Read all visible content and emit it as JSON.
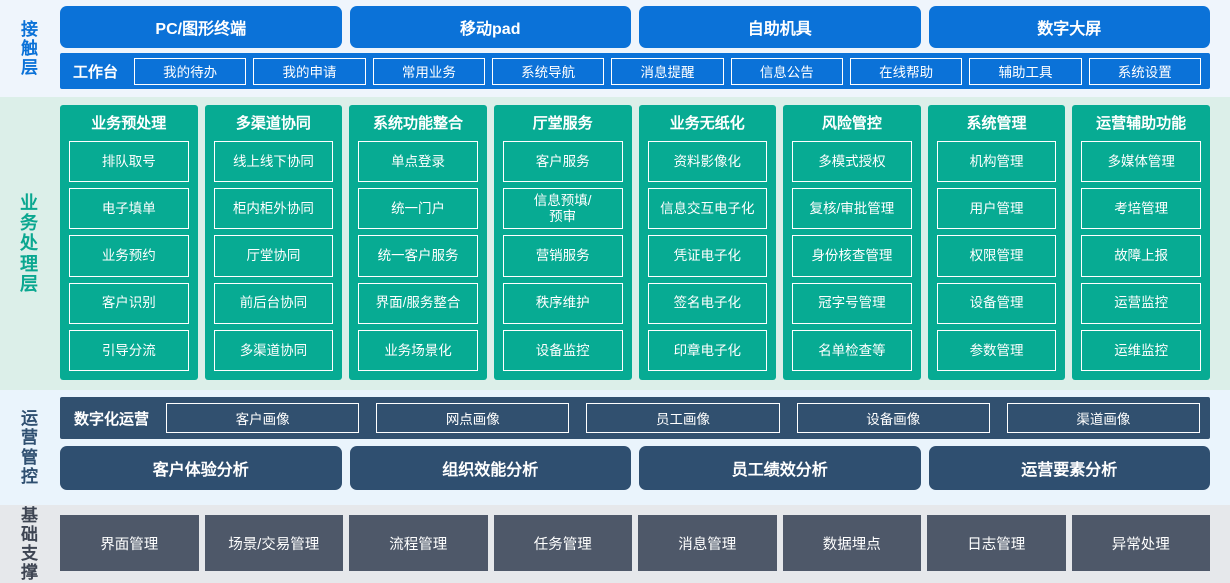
{
  "layers": {
    "contact": {
      "label": "接触层",
      "channels": [
        "PC/图形终端",
        "移动pad",
        "自助机具",
        "数字大屏"
      ],
      "workbench_title": "工作台",
      "workbench_items": [
        "我的待办",
        "我的申请",
        "常用业务",
        "系统导航",
        "消息提醒",
        "信息公告",
        "在线帮助",
        "辅助工具",
        "系统设置"
      ]
    },
    "business": {
      "label": "业务处理层",
      "columns": [
        {
          "title": "业务预处理",
          "items": [
            "排队取号",
            "电子填单",
            "业务预约",
            "客户识别",
            "引导分流"
          ]
        },
        {
          "title": "多渠道协同",
          "items": [
            "线上线下协同",
            "柜内柜外协同",
            "厅堂协同",
            "前后台协同",
            "多渠道协同"
          ]
        },
        {
          "title": "系统功能整合",
          "items": [
            "单点登录",
            "统一门户",
            "统一客户服务",
            "界面/服务整合",
            "业务场景化"
          ]
        },
        {
          "title": "厅堂服务",
          "items": [
            "客户服务",
            "信息预填/\n预审",
            "营销服务",
            "秩序维护",
            "设备监控"
          ]
        },
        {
          "title": "业务无纸化",
          "items": [
            "资料影像化",
            "信息交互电子化",
            "凭证电子化",
            "签名电子化",
            "印章电子化"
          ]
        },
        {
          "title": "风险管控",
          "items": [
            "多模式授权",
            "复核/审批管理",
            "身份核查管理",
            "冠字号管理",
            "名单检查等"
          ]
        },
        {
          "title": "系统管理",
          "items": [
            "机构管理",
            "用户管理",
            "权限管理",
            "设备管理",
            "参数管理"
          ]
        },
        {
          "title": "运营辅助功能",
          "items": [
            "多媒体管理",
            "考培管理",
            "故障上报",
            "运营监控",
            "运维监控"
          ]
        }
      ]
    },
    "operations": {
      "label": "运营管控",
      "portrait_title": "数字化运营",
      "portrait_items": [
        "客户画像",
        "网点画像",
        "员工画像",
        "设备画像",
        "渠道画像"
      ],
      "analysis_items": [
        "客户体验分析",
        "组织效能分析",
        "员工绩效分析",
        "运营要素分析"
      ]
    },
    "foundation": {
      "label": "基础支撑",
      "items": [
        "界面管理",
        "场景/交易管理",
        "流程管理",
        "任务管理",
        "消息管理",
        "数据埋点",
        "日志管理",
        "异常处理"
      ]
    }
  },
  "colors": {
    "contact_accent": "#0b72d8",
    "contact_band": "#eff5fc",
    "business_accent": "#07ab93",
    "business_band": "#dcefe9",
    "operations_accent": "#31506f",
    "operations_band": "#eaf4fc",
    "foundation_accent": "#4e5869",
    "foundation_band": "#e6e8eb"
  }
}
